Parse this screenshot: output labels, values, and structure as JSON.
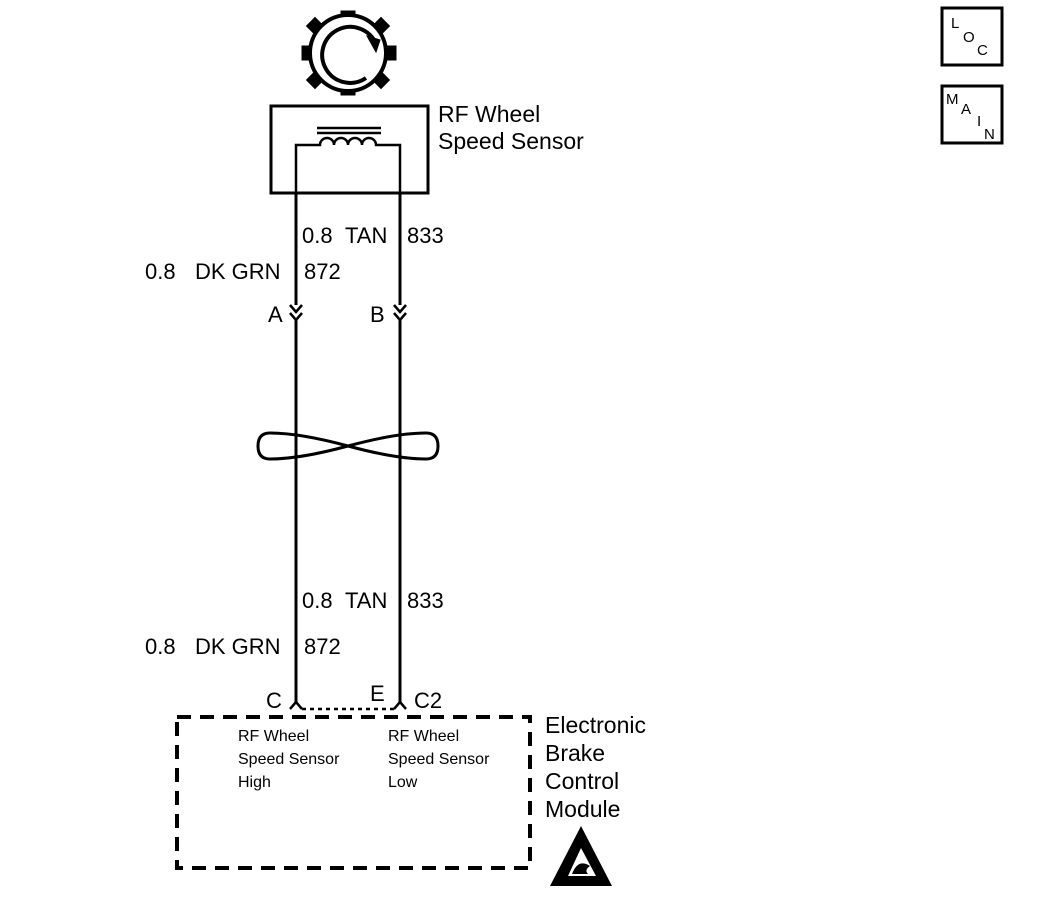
{
  "sensor": {
    "title_line1": "RF Wheel",
    "title_line2": "Speed Sensor"
  },
  "wires": {
    "upper_tan": {
      "size": "0.8",
      "color": "TAN",
      "circuit": "833"
    },
    "upper_grn": {
      "size": "0.8",
      "color": "DK GRN",
      "circuit": "872"
    },
    "lower_tan": {
      "size": "0.8",
      "color": "TAN",
      "circuit": "833"
    },
    "lower_grn": {
      "size": "0.8",
      "color": "DK GRN",
      "circuit": "872"
    }
  },
  "connectors": {
    "pin_a": "A",
    "pin_b": "B",
    "pin_c": "C",
    "pin_e": "E",
    "connector_id": "C2"
  },
  "module": {
    "name_line1": "Electronic",
    "name_line2": "Brake",
    "name_line3": "Control",
    "name_line4": "Module",
    "high_line1": "RF Wheel",
    "high_line2": "Speed Sensor",
    "high_line3": "High",
    "low_line1": "RF Wheel",
    "low_line2": "Speed Sensor",
    "low_line3": "Low"
  },
  "nav": {
    "loc": {
      "l1": "L",
      "l2": "O",
      "l3": "C"
    },
    "main": {
      "l1": "M",
      "l2": "A",
      "l3": "I",
      "l4": "N"
    }
  },
  "icons": {
    "tone_ring": "tone-ring-icon",
    "twisted_pair": "twisted-pair-icon",
    "esd": "esd-warning-icon"
  }
}
